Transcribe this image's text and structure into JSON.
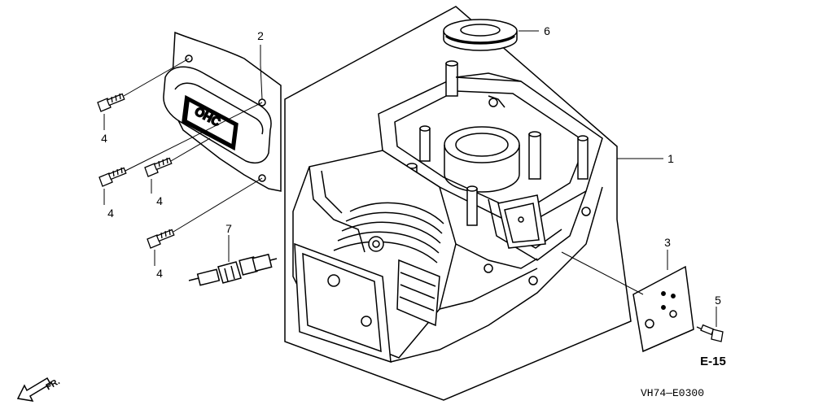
{
  "diagram": {
    "callouts": {
      "c1": "1",
      "c2": "2",
      "c3": "3",
      "c4a": "4",
      "c4b": "4",
      "c4c": "4",
      "c4d": "4",
      "c5": "5",
      "c6": "6",
      "c7": "7"
    },
    "reference": "E-15",
    "figure_code": "VH74—E0300",
    "direction_label": "FR."
  }
}
